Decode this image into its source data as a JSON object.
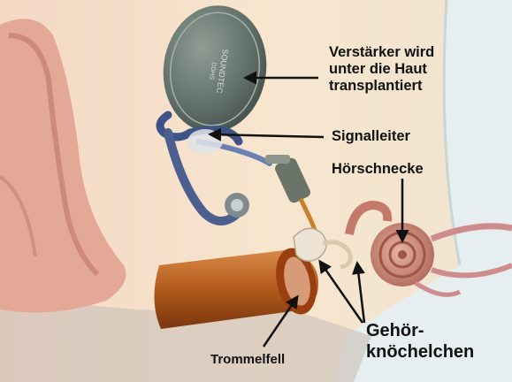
{
  "labels": {
    "amplifier": [
      "Verstärker wird",
      "unter die Haut",
      "transplantiert"
    ],
    "signal_wire": "Signalleiter",
    "cochlea": "Hörschnecke",
    "eardrum": "Trommelfell",
    "ossicles": [
      "Gehör-",
      "knöchelchen"
    ]
  },
  "device_text": [
    "SOUNDTEC",
    "DDHS"
  ],
  "colors": {
    "skin_outer": "#e8b9a6",
    "skin_inner": "#f2cdb4",
    "implant": "#5a6a62",
    "wire": "#4c5f8f",
    "canal": "#b85a1e",
    "cochlea": "#c8857a",
    "tissue_right": "#e8eef0",
    "arrow": "#111111"
  }
}
